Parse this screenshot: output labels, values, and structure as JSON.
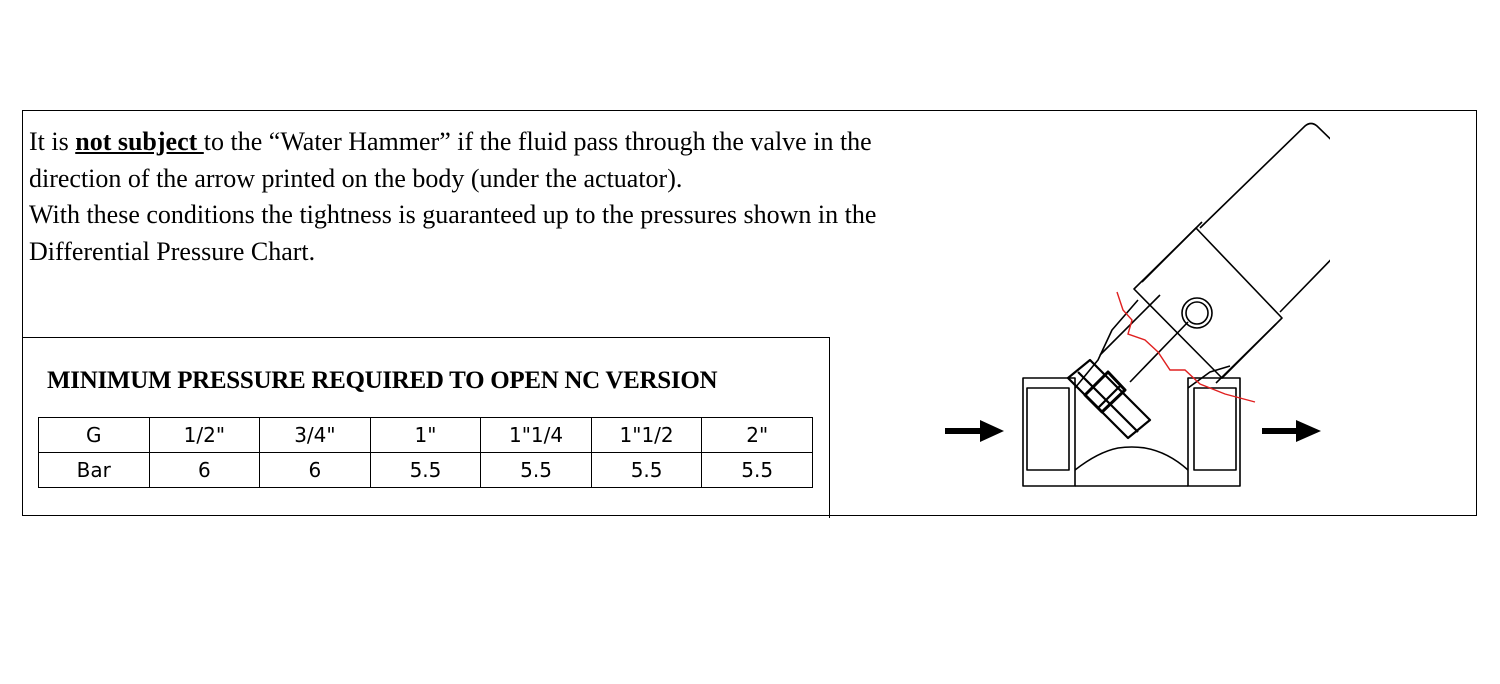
{
  "description": {
    "line1_prefix": "It is ",
    "line1_emphasis": "not subject ",
    "line1_suffix": "to the “Water Hammer” if  the fluid pass through the valve in the",
    "line2": "direction of the arrow printed on the body (under the actuator).",
    "line3": "With these conditions the tightness is guaranteed up to the pressures shown in the",
    "line4": "Differential Pressure Chart."
  },
  "table": {
    "title": "MINIMUM PRESSURE REQUIRED TO OPEN NC VERSION",
    "rows": [
      [
        "G",
        "1/2\"",
        "3/4\"",
        "1\"",
        "1\"1/4",
        "1\"1/2",
        "2\""
      ],
      [
        "Bar",
        "6",
        "6",
        "5.5",
        "5.5",
        "5.5",
        "5.5"
      ]
    ]
  },
  "drawing": {
    "subject": "angle-seat-valve",
    "line_color": "#000000",
    "section_line_color": "#e02020"
  }
}
